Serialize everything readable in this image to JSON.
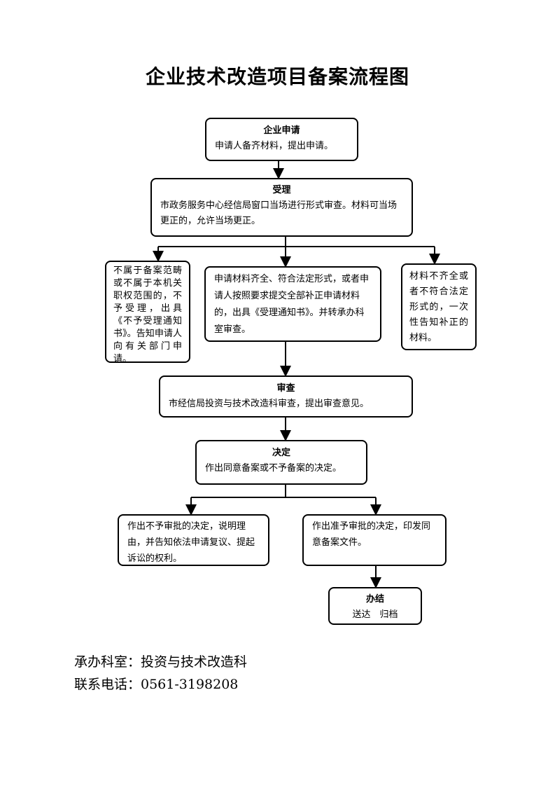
{
  "title": "企业技术改造项目备案流程图",
  "nodes": {
    "apply": {
      "heading": "企业申请",
      "body": "申请人备齐材料，提出申请。"
    },
    "accept": {
      "heading": "受理",
      "body": "市政务服务中心经信局窗口当场进行形式审查。材料可当场更正的，允许当场更正。"
    },
    "reject": {
      "body": "不属于备案范畴或不属于本机关职权范围的，不予受理，出具《不予受理通知书》。告知申请人向有关部门申请。"
    },
    "complete": {
      "body": "申请材料齐全、符合法定形式，或者申请人按照要求提交全部补正申请材料的，出具《受理通知书》。并转承办科室审查。"
    },
    "incomplete": {
      "body": "材料不齐全或者不符合法定形式的，一次性告知补正的材料。"
    },
    "review": {
      "heading": "审查",
      "body": "市经信局投资与技术改造科审查，提出审查意见。"
    },
    "decision": {
      "heading": "决定",
      "body": "作出同意备案或不予备案的决定。"
    },
    "deny": {
      "body": "作出不予审批的决定，说明理由，并告知依法申请复议、提起诉讼的权利。"
    },
    "approve": {
      "body": "作出准予审批的决定，印发同意备案文件。"
    },
    "finish": {
      "heading": "办结",
      "body": "送达　归档"
    }
  },
  "footer": {
    "office": "承办科室：投资与技术改造科",
    "phone": "联系电话：0561-3198208"
  }
}
